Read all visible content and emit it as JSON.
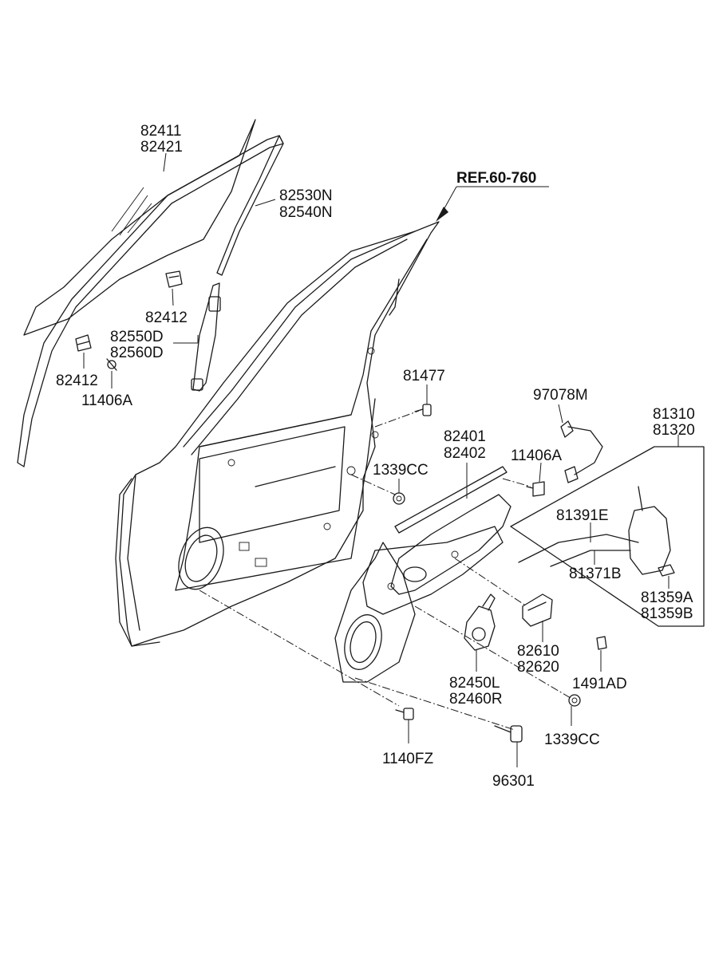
{
  "reference": "REF.60-760",
  "labels": {
    "glass_top": "82411",
    "glass_bottom": "82421",
    "channel_top": "82530N",
    "channel_bottom": "82540N",
    "clip_upper": "82412",
    "sash_top": "82550D",
    "sash_bottom": "82560D",
    "clip_lower": "82412",
    "bolt_left": "11406A",
    "bolt_top": "81477",
    "harness": "97078M",
    "latch_top": "81310",
    "latch_bottom": "81320",
    "regulator_top": "82401",
    "regulator_bottom": "82402",
    "bolt_right": "11406A",
    "nut_upper": "1339CC",
    "cable_outside": "81391E",
    "cable_inside": "81371B",
    "rod_top": "81359A",
    "rod_bottom": "81359B",
    "handle_top": "82610",
    "handle_bottom": "82620",
    "motor_top": "82450L",
    "motor_bottom": "82460R",
    "clip_small": "1491AD",
    "nut_lower": "1339CC",
    "bolt_bottom": "1140FZ",
    "speaker": "96301"
  }
}
